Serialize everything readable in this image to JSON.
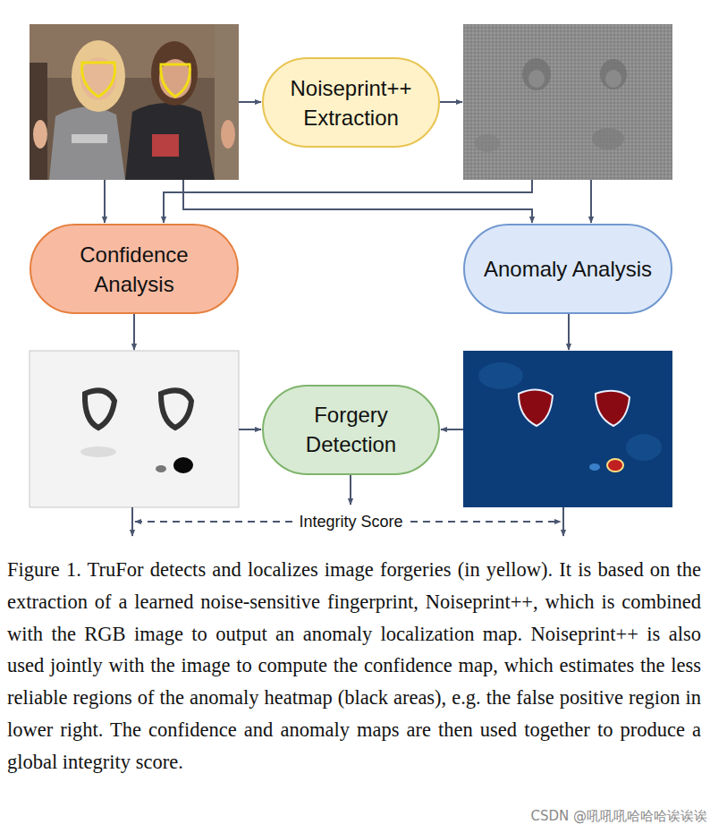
{
  "diagram": {
    "caption": "Figure 1. TruFor detects and localizes image forgeries (in yellow). It is based on the extraction of a learned noise-sensitive fingerprint, Noiseprint++, which is combined with the RGB image to output an anomaly localization map. Noiseprint++ is also used jointly with the image to compute the confidence map, which estimates the less reliable regions of the anomaly heatmap (black areas), e.g. the false positive region in lower right. The confidence and anomaly maps are then used together to produce a global integrity score.",
    "nodes": [
      {
        "text": [
          "Noiseprint++ Extraction"
        ]
      },
      {
        "text": [
          "Confidence Analysis"
        ]
      },
      {
        "text": [
          "Anomaly Analysis"
        ]
      },
      {
        "text": [
          "Forgery Detection"
        ]
      }
    ],
    "labels": [
      "Integrity Score",
      "CSDN @吼吼吼哈哈哈诶诶诶"
    ]
  }
}
